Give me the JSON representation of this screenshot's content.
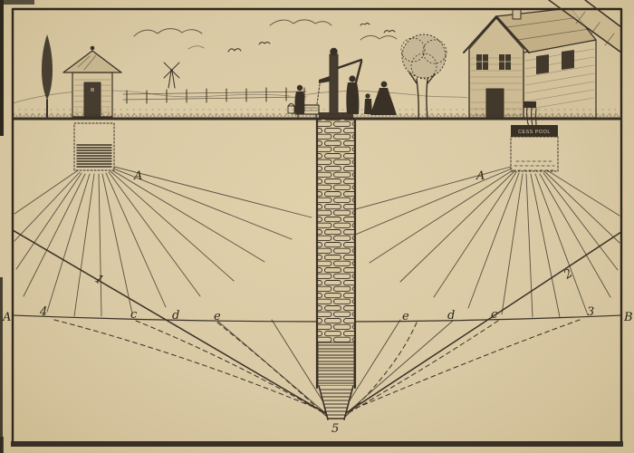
{
  "colors": {
    "paper": "#d9c9a4",
    "ink": "#3a3126"
  },
  "labels": {
    "edge_left": "A",
    "edge_right": "B",
    "plume_left": "A",
    "plume_right": "A",
    "flow_line_left": "1",
    "flow_line_right": "2",
    "point_3": "3",
    "point_4": "4",
    "well_bottom": "5",
    "water_table_left": [
      "c",
      "d",
      "e"
    ],
    "water_table_right": [
      "e",
      "d",
      "c"
    ],
    "cesspool_caption": "CESS POOL"
  }
}
